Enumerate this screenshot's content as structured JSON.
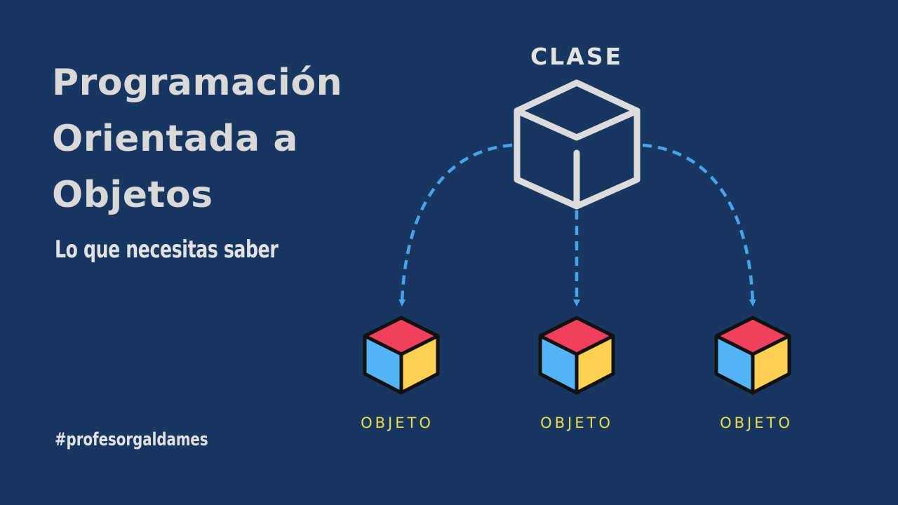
{
  "title": {
    "lines": [
      "Programación",
      "Orientada a",
      "Objetos"
    ]
  },
  "subtitle": "Lo que necesitas saber",
  "hashtag": "#profesorgaldames",
  "diagram": {
    "class_label": "CLASE",
    "class_icon": "wireframe-cube-icon",
    "object_icon": "colored-cube-icon",
    "objects": [
      {
        "label": "OBJETO"
      },
      {
        "label": "OBJETO"
      },
      {
        "label": "OBJETO"
      }
    ],
    "colors": {
      "background": "#173660",
      "class_stroke": "#dcdcdc",
      "arrow": "#4aa3e8",
      "object_top": "#f0405e",
      "object_left": "#54b3f5",
      "object_right": "#fcd153",
      "object_outline": "#111111",
      "object_label": "#f2dc4b"
    }
  }
}
